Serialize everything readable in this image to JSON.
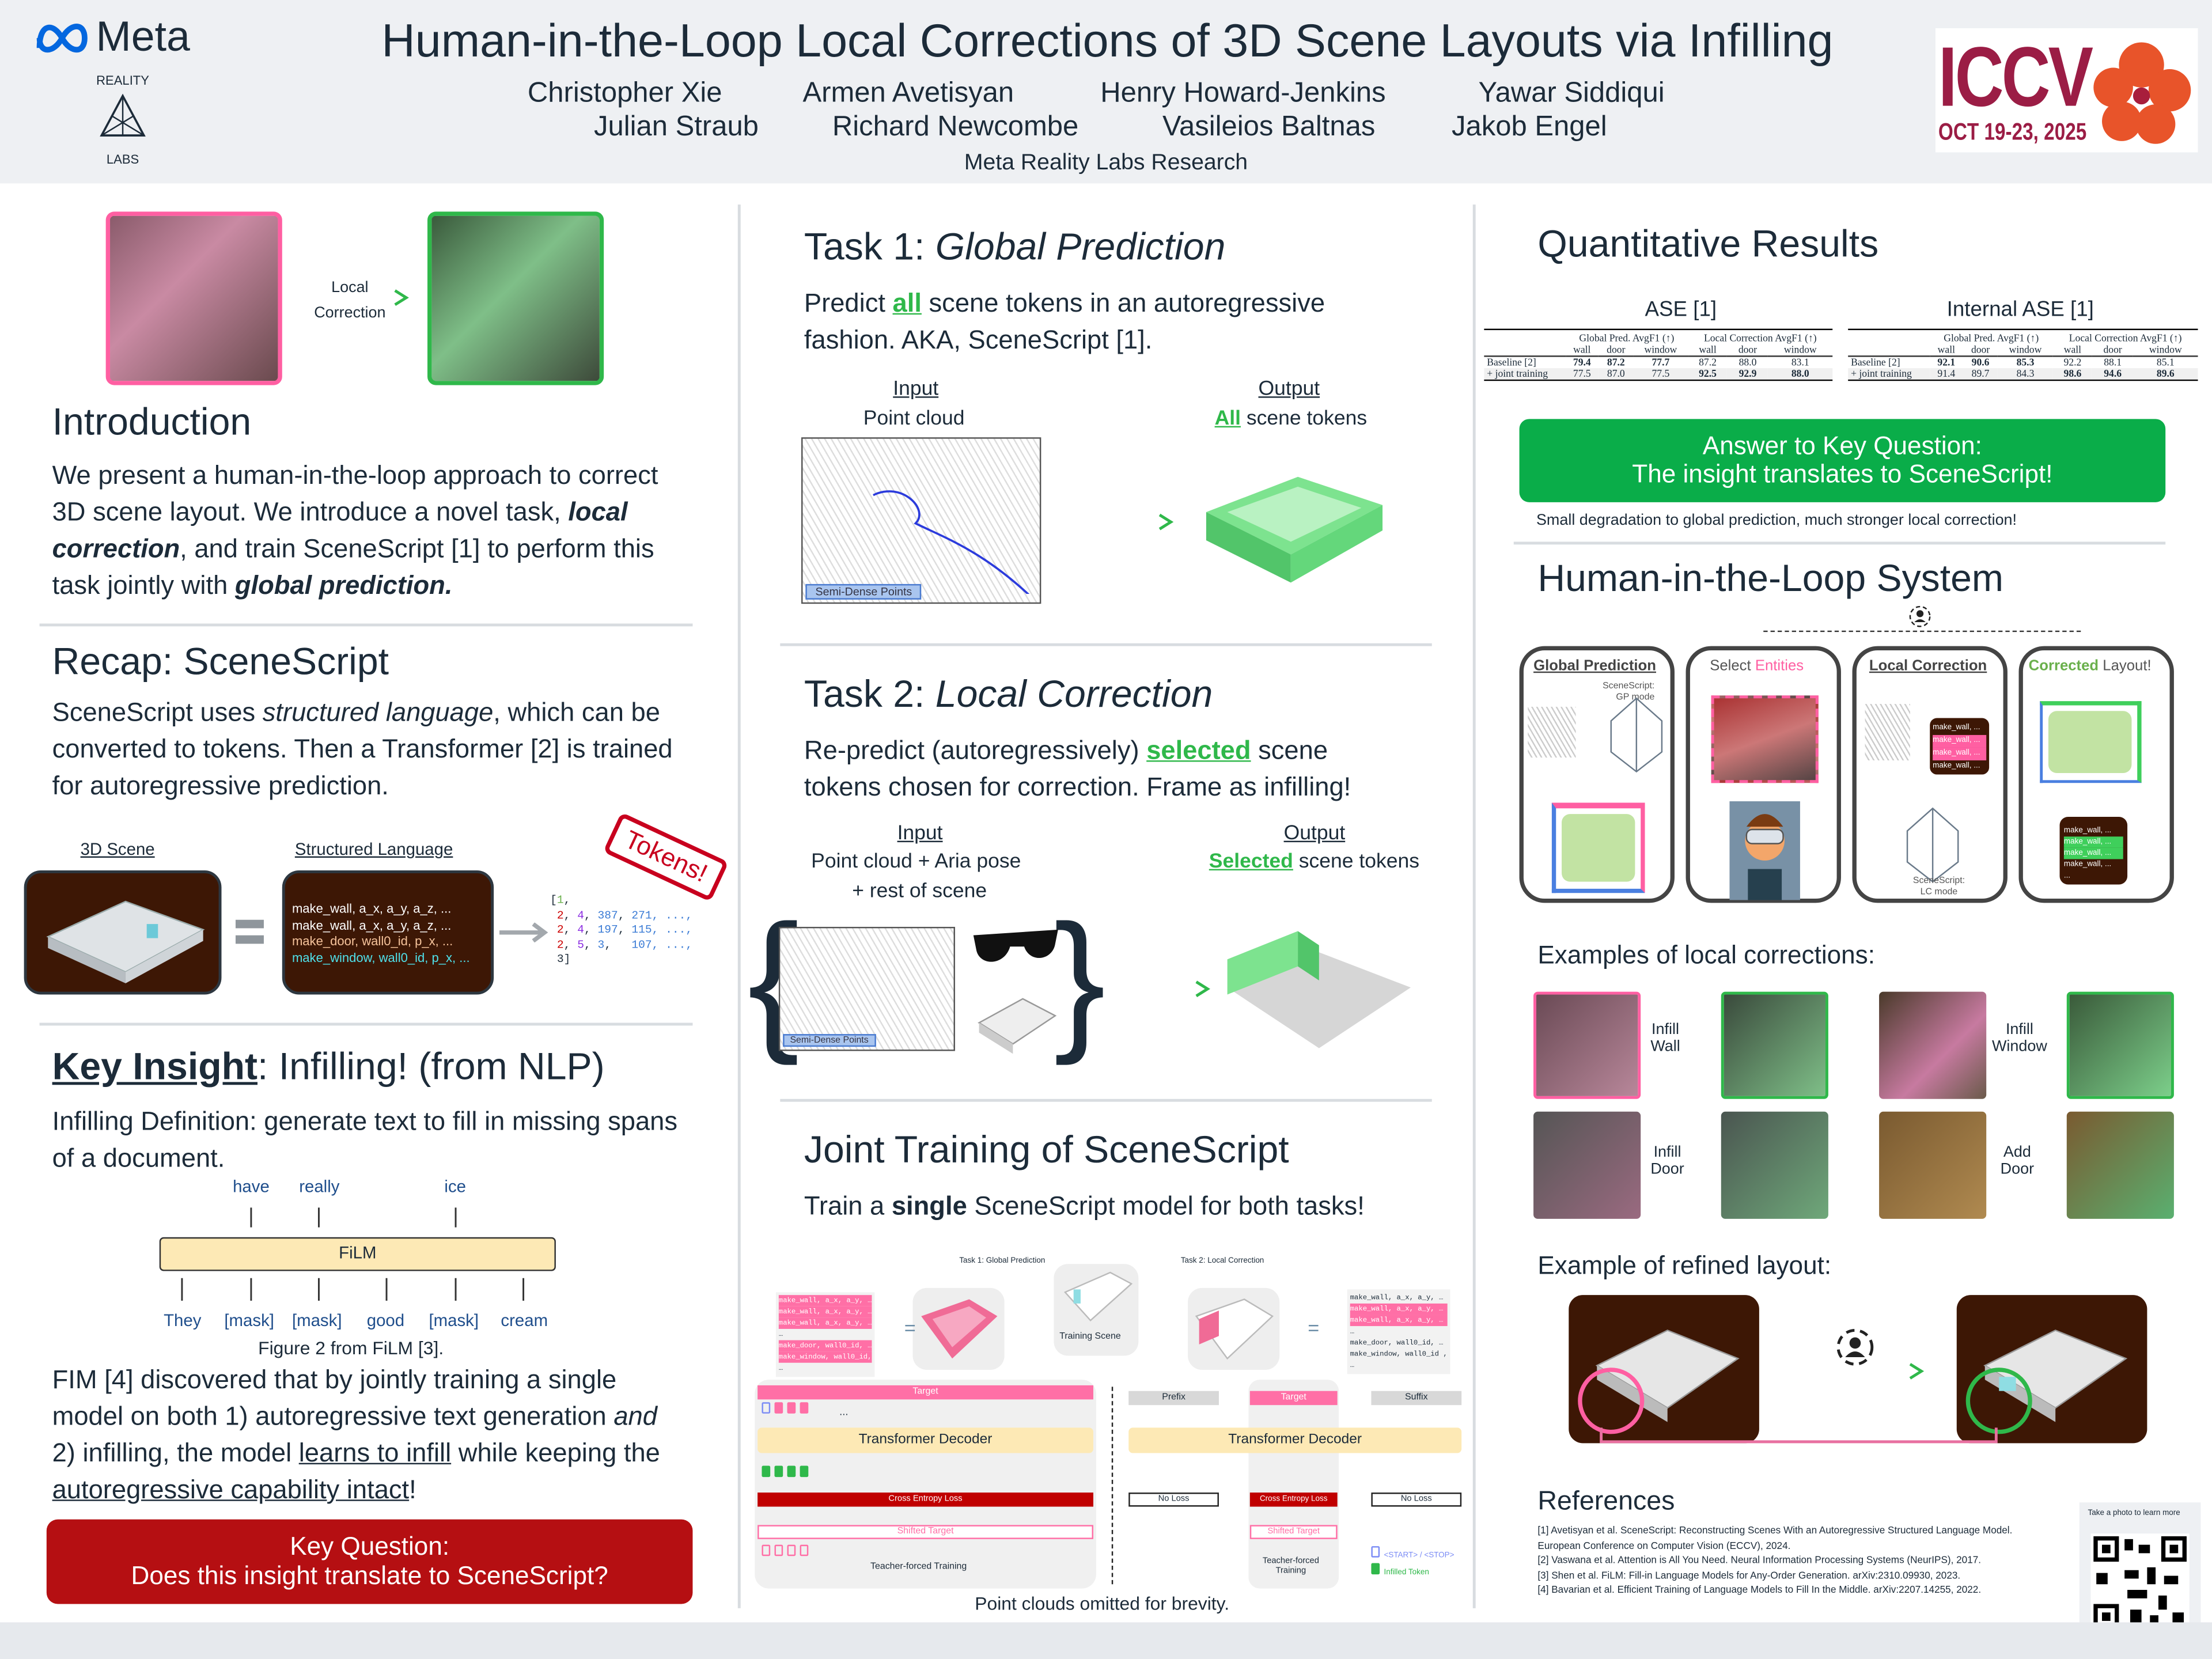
{
  "header": {
    "logo_text": "Meta",
    "logo_sub": "REALITY LABS",
    "title": "Human-in-the-Loop Local Corrections of 3D Scene Layouts via Infilling",
    "authors_row1": [
      "Christopher Xie",
      "Armen Avetisyan",
      "Henry Howard-Jenkins",
      "Yawar Siddiqui"
    ],
    "authors_row2": [
      "Julian Straub",
      "Richard Newcombe",
      "Vasileios Baltnas",
      "Jakob Engel"
    ],
    "affiliation": "Meta Reality Labs Research",
    "conf_logo": "ICCV",
    "conf_dates": "OCT 19-23, 2025"
  },
  "col1": {
    "teaser_label": "Local Correction",
    "intro_title": "Introduction",
    "intro": {
      "t1": "We present a human-in-the-loop approach to correct 3D scene layout. We introduce a novel task, ",
      "em1": "local correction",
      "t2": ", and train SceneScript [1] to perform this task jointly with ",
      "em2": "global prediction."
    },
    "recap_title": "Recap: SceneScript",
    "recap": {
      "t1": "SceneScript uses ",
      "em": "structured language",
      "t2": ", which can be converted to tokens. Then a Transformer [2] is trained for autoregressive prediction."
    },
    "scene_label": "3D Scene",
    "lang_label": "Structured Language",
    "code_lines": [
      "make_wall, a_x, a_y, a_z, ...",
      "make_wall, a_x, a_y, a_z,  ...",
      "make_door, wall0_id, p_x, ...",
      "make_window, wall0_id, p_x, ..."
    ],
    "tokens_stamp": "Tokens!",
    "token_lines": [
      [
        "[",
        "1",
        ","
      ],
      [
        "2",
        ", ",
        "4",
        ", ",
        "387",
        ", ",
        "271",
        ", ...,"
      ],
      [
        "2",
        ", ",
        "4",
        ", ",
        "197",
        ", ",
        "115",
        ", ...,"
      ],
      [
        "2",
        ", ",
        "5",
        ", ",
        "3",
        ",   ",
        "107",
        ", ...,"
      ],
      [
        "3]"
      ]
    ],
    "insight_title_u": "Key Insight",
    "insight_title": ": Infilling! (from NLP)",
    "infill_def": "Infilling Definition: generate text to fill in missing spans of a document.",
    "film": {
      "above": [
        "have",
        "really",
        "ice"
      ],
      "box": "FiLM",
      "below": [
        "They",
        "[mask]",
        "[mask]",
        "good",
        "[mask]",
        "cream"
      ],
      "caption": "Figure 2 from FiLM [3]."
    },
    "fim": {
      "t1": "FIM [4] discovered that by jointly training a single model on both 1) autoregressive text generation ",
      "em": "and",
      "t2": " 2) infilling, the model ",
      "u1": "learns to infill",
      "t3": " while keeping the ",
      "u2": "autoregressive capability intact",
      "t4": "!"
    },
    "question": {
      "line1": "Key Question:",
      "line2": "Does this insight translate to SceneScript?"
    }
  },
  "col2": {
    "task1_prefix": "Task 1: ",
    "task1_title": "Global Prediction",
    "task1": {
      "t1": "Predict ",
      "g": "all",
      "t2": " scene tokens in an autoregressive fashion. AKA, SceneScript [1]."
    },
    "t1_input": "Input",
    "t1_input_desc": "Point cloud",
    "t1_output": "Output",
    "t1_output_g": "All",
    "t1_output_desc": " scene tokens",
    "pc_label": "Semi-Dense Points",
    "task2_prefix": "Task 2: ",
    "task2_title": "Local Correction",
    "task2": {
      "t1": "Re-predict (autoregressively) ",
      "g": "selected",
      "t2": " scene tokens chosen for correction. Frame as infilling!"
    },
    "t2_input": "Input",
    "t2_input_desc1": "Point cloud + Aria pose",
    "t2_input_desc2": "+ rest of scene",
    "t2_output": "Output",
    "t2_output_g": "Selected",
    "t2_output_desc": " scene tokens",
    "joint_title": "Joint Training of SceneScript",
    "joint": {
      "t1": "Train a ",
      "b": "single",
      "t2": " SceneScript model for both tasks!"
    },
    "diagram": {
      "task1_label": "Task 1: Global Prediction",
      "task2_label": "Task 2: Local Correction",
      "training_scene": "Training Scene",
      "left_code": [
        "make_wall, a_x, a_y, …",
        "make_wall, a_x, a_y, …",
        "make_wall, a_x, a_y, …",
        "…",
        "make_door, wall0_id, …",
        "make_window, wall0_id,",
        "…"
      ],
      "right_code": [
        "make_wall, a_x, a_y, …",
        "make_wall, a_x, a_y, …",
        "make_wall, a_x, a_y, …",
        "…",
        "make_door, wall0_id, …",
        "make_window, wall0_id ,",
        "…"
      ],
      "target": "Target",
      "prefix": "Prefix",
      "suffix": "Suffix",
      "decoder": "Transformer Decoder",
      "ce_loss": "Cross Entropy Loss",
      "no_loss": "No Loss",
      "shifted": "Shifted Target",
      "tf_training": "Teacher-forced Training",
      "tf1": "Teacher-forced",
      "tf2": "Training",
      "legend_start": "<START> / <STOP>",
      "legend_infilled": "Infilled Token",
      "dots": "..."
    },
    "caption": "Point clouds omitted for brevity."
  },
  "col3": {
    "quant_title": "Quantitative Results",
    "tables": [
      {
        "title": "ASE [1]",
        "rows": [
          {
            "name": "Baseline [2]",
            "vals": [
              "79.4",
              "87.2",
              "77.7",
              "87.2",
              "88.0",
              "83.1"
            ]
          },
          {
            "name": "+ joint training",
            "vals": [
              "77.5",
              "87.0",
              "77.5",
              "92.5",
              "92.9",
              "88.0"
            ]
          }
        ]
      },
      {
        "title": "Internal ASE [1]",
        "rows": [
          {
            "name": "Baseline [2]",
            "vals": [
              "92.1",
              "90.6",
              "85.3",
              "92.2",
              "88.1",
              "85.1"
            ]
          },
          {
            "name": "+ joint training",
            "vals": [
              "91.4",
              "89.7",
              "84.3",
              "98.6",
              "94.6",
              "89.6"
            ]
          }
        ]
      }
    ],
    "table_head": {
      "gp": "Global Pred. AvgF1 (↑)",
      "lc": "Local Correction AvgF1 (↑)",
      "cols": [
        "wall",
        "door",
        "window",
        "wall",
        "door",
        "window"
      ]
    },
    "answer": {
      "line1": "Answer to Key Question:",
      "line2": "The insight translates to SceneScript!"
    },
    "answer_note": "Small degradation to global prediction, much stronger local correction!",
    "hitl_title": "Human-in-the-Loop System",
    "panels": {
      "gp": "Global Prediction",
      "gp_mode1": "SceneScript:",
      "gp_mode2": "GP mode",
      "sel1": "Select ",
      "sel2": "Entities",
      "lc": "Local Correction",
      "lc_mode1": "SceneScript:",
      "lc_mode2": "LC mode",
      "cor1": "Corrected",
      "cor2": " Layout!",
      "code": "make_wall, ...",
      "ell": "..."
    },
    "examples_title": "Examples of local corrections:",
    "examples": [
      [
        "Infill",
        "Wall"
      ],
      [
        "Infill",
        "Window"
      ],
      [
        "Infill",
        "Door"
      ],
      [
        "Add",
        "Door"
      ]
    ],
    "refined_title": "Example of refined layout:",
    "refs_title": "References",
    "refs": [
      "[1] Avetisyan et al. SceneScript: Reconstructing Scenes With an Autoregressive Structured Language Model.",
      "European Conference on Computer Vision (ECCV), 2024.",
      "[2] Vaswana et al. Attention is All You Need. Neural Information Processing Systems (NeurIPS), 2017.",
      "[3] Shen et al. FiLM: Fill-in Language Models for Any-Order Generation. arXiv:2310.09930, 2023.",
      "[4] Bavarian et al. Efficient Training of Language Models to Fill In the Middle. arXiv:2207.14255, 2022."
    ],
    "qr_caption": "Take a photo to learn more"
  },
  "colors": {
    "pink": "#ff5fa2",
    "green": "#2fb84a",
    "red": "#b50f12",
    "dark": "#3d1705",
    "film": "#fde9b5"
  }
}
